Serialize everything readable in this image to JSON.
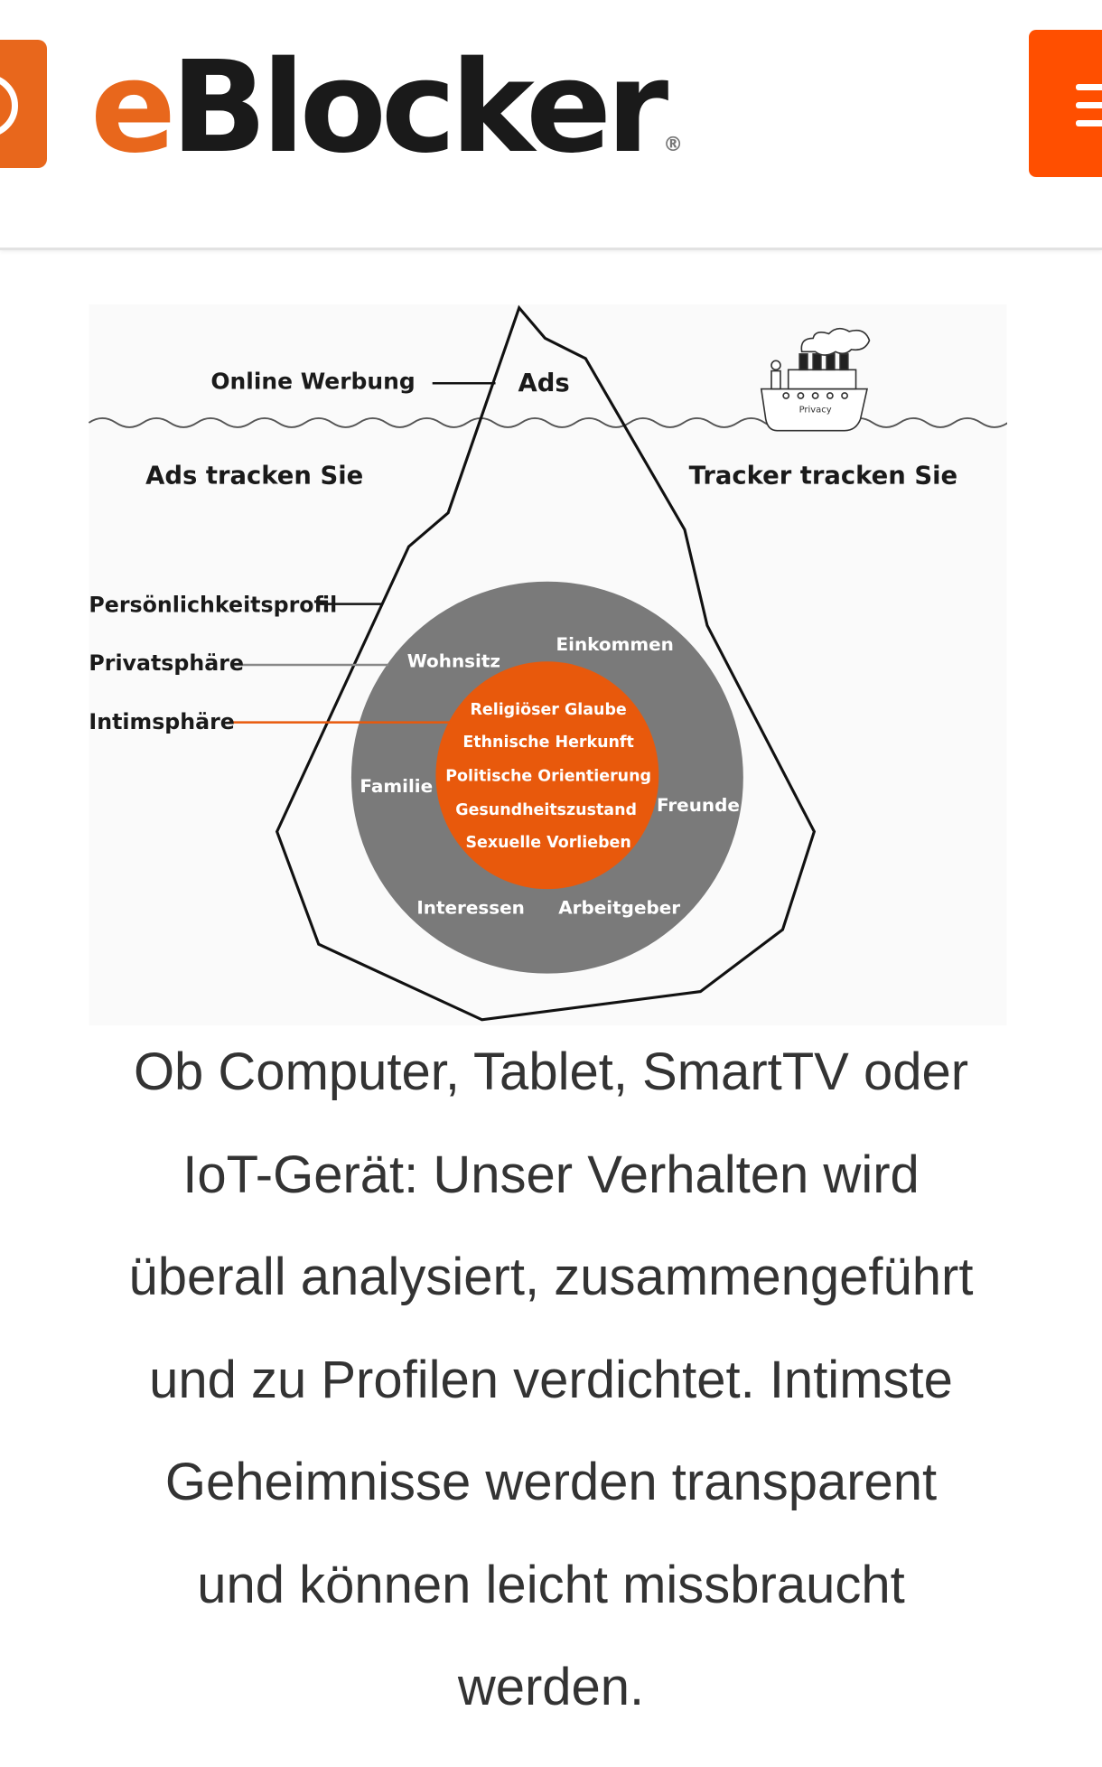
{
  "header": {
    "logo_e": "e",
    "logo_rest": "Blocker",
    "logo_reg": "®",
    "menu_icon": "hamburger-menu-icon",
    "brand_color": "#ff4f00"
  },
  "diagram": {
    "online_werbung": "Online Werbung",
    "ads": "Ads",
    "ship_label": "Privacy",
    "ads_tracken": "Ads tracken Sie",
    "tracker_tracken": "Tracker tracken Sie",
    "persoenlichkeitsprofil": "Persönlichkeitsprofil",
    "privatsphaere": "Privatsphäre",
    "intimsphaere": "Intimsphäre",
    "outer_ring": {
      "wohnsitz": "Wohnsitz",
      "einkommen": "Einkommen",
      "familie": "Familie",
      "freunde": "Freunde",
      "interessen": "Interessen",
      "arbeitgeber": "Arbeitgeber"
    },
    "inner_circle": [
      "Religiöser Glaube",
      "Ethnische Herkunft",
      "Politische Orientierung",
      "Gesundheitszustand",
      "Sexuelle Vorlieben"
    ],
    "colors": {
      "gray": "#7a7a7a",
      "orange": "#e8590c"
    }
  },
  "paragraph": {
    "lines": [
      "Ob Computer, Tablet, SmartTV oder",
      "IoT-Gerät: Unser Verhalten wird",
      "überall analysiert, zusammengeführt",
      "und zu Profilen verdichtet. Intimste",
      "Geheimnisse werden transparent",
      "und können leicht missbraucht",
      "werden."
    ]
  }
}
